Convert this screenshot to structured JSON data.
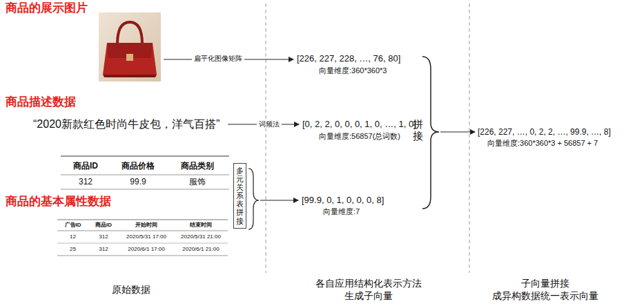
{
  "diagram": {
    "nodes": [
      {
        "text": [
          "多元关系表拼接"
        ]
      }
    ],
    "labels": [
      "商品的展示图片",
      "扁平化图像矩阵",
      "[226, 227, 228, …, 76, 80]",
      "向量维度:360*360*3",
      "商品描述数据",
      "“2020新款红色时尚牛皮包，洋气百搭”",
      "词频法",
      "[0, 2, 2, 0, 0, 0, 1, 0, …, 1, 0]",
      "向量维度:56857(总词数)",
      "商品ID",
      "商品价格",
      "商品类别",
      "312",
      "99.9",
      "服饰",
      "商品的基本属性数据",
      "广告ID",
      "商品ID",
      "开始时间",
      "结束时间",
      "12",
      "312",
      "2020/5/31 17:00",
      "2020/5/31 21:00",
      "25",
      "312",
      "2020/6/1 17:00",
      "2020/6/1 21:00",
      "[99.9, 0, 1, 0, 0, 0, 8]",
      "向量维度:7",
      "拼接",
      "[226, 227, …, 0, 2, 2, …, 99.9, …, 8]",
      "向量维度:360*360*3 + 56857 + 7",
      "原始数据",
      "各自应用结构化表示方法 生成子向量",
      "子向量拼接 成异构数据统一表示向量"
    ]
  }
}
